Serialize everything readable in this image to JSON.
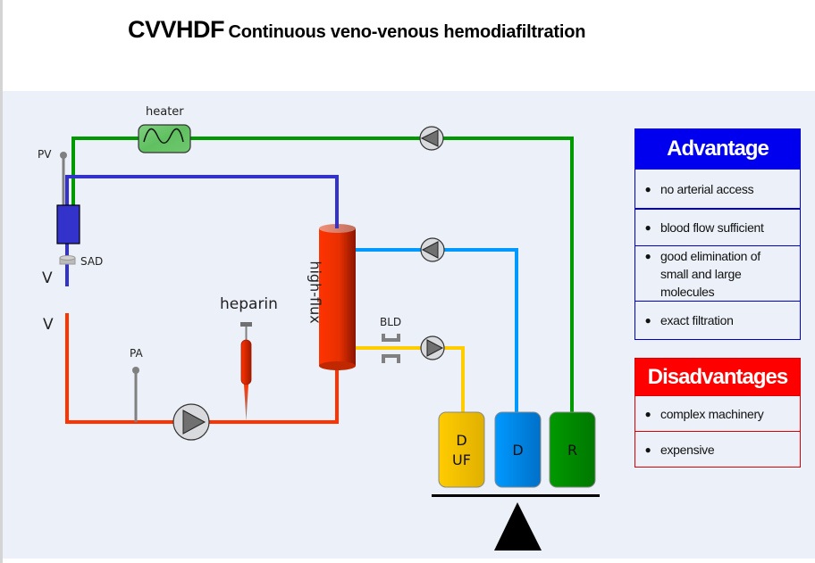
{
  "title": {
    "abbreviation": "CVVHDF",
    "full_name": "Continuous veno-venous hemodiafiltration"
  },
  "diagram": {
    "labels": {
      "heater": "heater",
      "pv": "PV",
      "sad": "SAD",
      "v_upper": "V",
      "v_lower": "V",
      "pa": "PA",
      "heparin": "heparin",
      "filter": "high-flux",
      "bld": "BLD"
    },
    "containers": [
      {
        "id": "dialysate-ultrafiltrate",
        "label_line1": "D",
        "label_line2": "UF",
        "color": "#ffcc00"
      },
      {
        "id": "dialysate",
        "label_line1": "D",
        "label_line2": "",
        "color": "#0099ff"
      },
      {
        "id": "replacement",
        "label_line1": "R",
        "label_line2": "",
        "color": "#009900"
      }
    ],
    "line_colors": {
      "venous_return": "#3333cc",
      "arterial": "#ff3300",
      "replacement": "#009900",
      "dialysate": "#0099ff",
      "effluent": "#ffcc00",
      "sensor": "#808080"
    }
  },
  "advantages": {
    "header": "Advantage",
    "color": "#0000ee",
    "items": [
      {
        "bullet": "●",
        "text": "no arterial access"
      },
      {
        "bullet": "●",
        "text": "blood flow sufficient"
      },
      {
        "bullet": "●",
        "text": "good elimination of small and large molecules"
      },
      {
        "bullet": "●",
        "text": "exact filtration"
      }
    ]
  },
  "disadvantages": {
    "header": "Disadvantages",
    "color": "#ff0000",
    "items": [
      {
        "bullet": "●",
        "text": "complex machinery"
      },
      {
        "bullet": "●",
        "text": "expensive"
      }
    ]
  }
}
